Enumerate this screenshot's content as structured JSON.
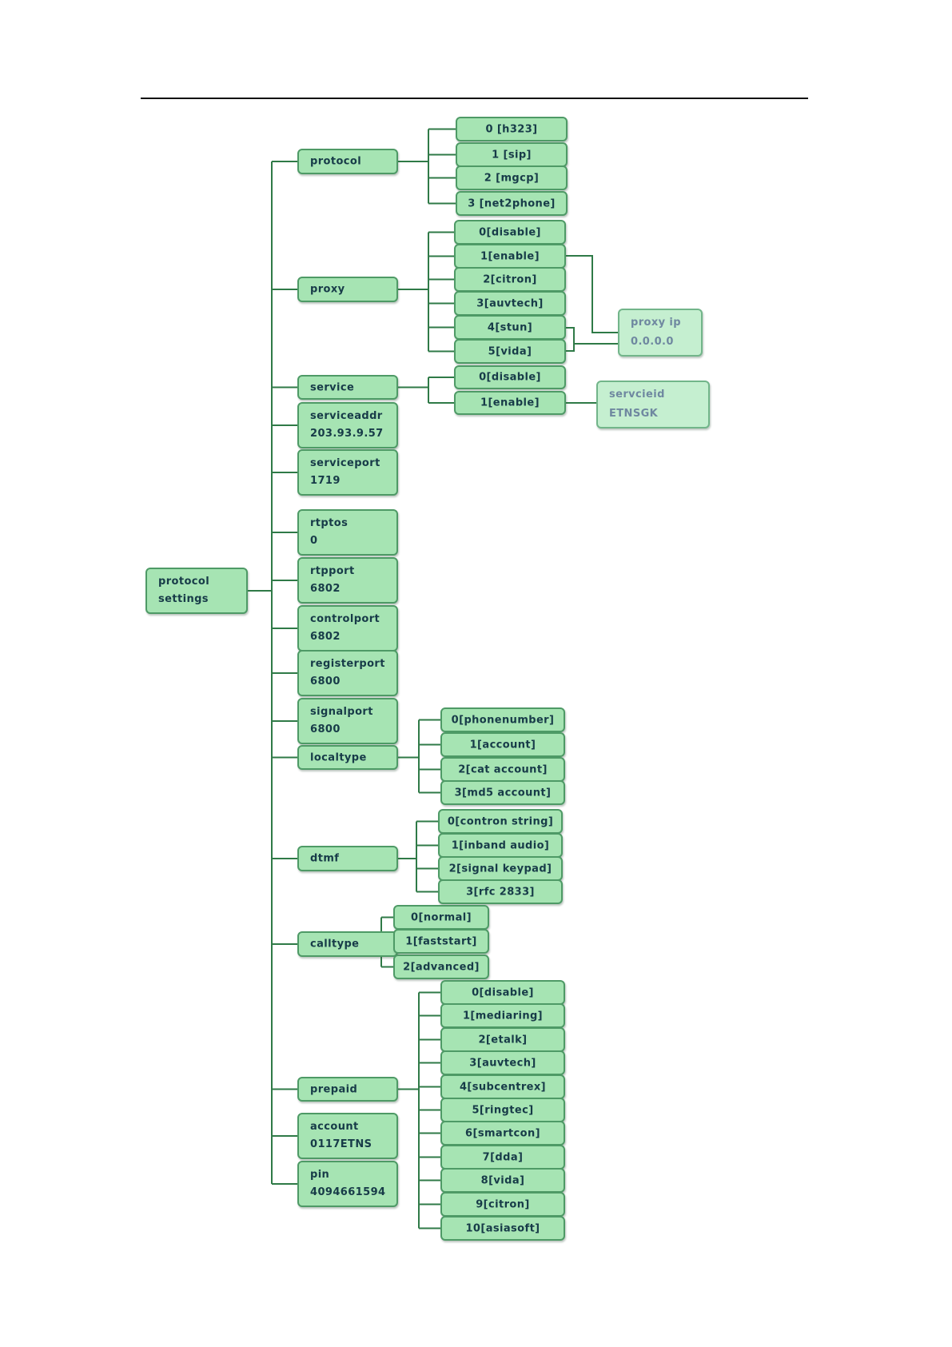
{
  "diagram": {
    "root": {
      "label": [
        "protocol",
        "settings"
      ]
    },
    "settings": [
      {
        "id": "protocol",
        "label": "protocol",
        "options": [
          "0 [h323]",
          "1 [sip]",
          "2 [mgcp]",
          "3 [net2phone]"
        ]
      },
      {
        "id": "proxy",
        "label": "proxy",
        "options": [
          "0[disable]",
          "1[enable]",
          "2[citron]",
          "3[auvtech]",
          "4[stun]",
          "5[vida]"
        ],
        "detail": {
          "label": "proxy ip",
          "value": "0.0.0.0"
        }
      },
      {
        "id": "service",
        "label": "service",
        "options": [
          "0[disable]",
          "1[enable]"
        ],
        "detail": {
          "label": "servcieid",
          "value": "ETNSGK"
        }
      },
      {
        "id": "serviceaddr",
        "label": "serviceaddr",
        "value": "203.93.9.57"
      },
      {
        "id": "serviceport",
        "label": "serviceport",
        "value": "1719"
      },
      {
        "id": "rtptos",
        "label": "rtptos",
        "value": "0"
      },
      {
        "id": "rtpport",
        "label": "rtpport",
        "value": "6802"
      },
      {
        "id": "controlport",
        "label": "controlport",
        "value": "6802"
      },
      {
        "id": "registerport",
        "label": "registerport",
        "value": "6800"
      },
      {
        "id": "signalport",
        "label": "signalport",
        "value": "6800"
      },
      {
        "id": "localtype",
        "label": "localtype",
        "options": [
          "0[phonenumber]",
          "1[account]",
          "2[cat account]",
          "3[md5 account]"
        ]
      },
      {
        "id": "dtmf",
        "label": "dtmf",
        "options": [
          "0[contron string]",
          "1[inband audio]",
          "2[signal keypad]",
          "3[rfc 2833]"
        ]
      },
      {
        "id": "calltype",
        "label": "calltype",
        "options": [
          "0[normal]",
          "1[faststart]",
          "2[advanced]"
        ]
      },
      {
        "id": "prepaid",
        "label": "prepaid",
        "options": [
          "0[disable]",
          "1[mediaring]",
          "2[etalk]",
          "3[auvtech]",
          "4[subcentrex]",
          "5[ringtec]",
          "6[smartcon]",
          "7[dda]",
          "8[vida]",
          "9[citron]",
          "10[asiasoft]"
        ]
      },
      {
        "id": "account",
        "label": "account",
        "value": "0117ETNS"
      },
      {
        "id": "pin",
        "label": "pin",
        "value": "4094661594"
      }
    ]
  },
  "colors": {
    "node_fill": "#a6e4b3",
    "node_border": "#4e9a66",
    "node_text": "#173b48",
    "detail_fill": "#c5efd0",
    "detail_text": "#6f88a0",
    "connector": "#2f7a47"
  }
}
